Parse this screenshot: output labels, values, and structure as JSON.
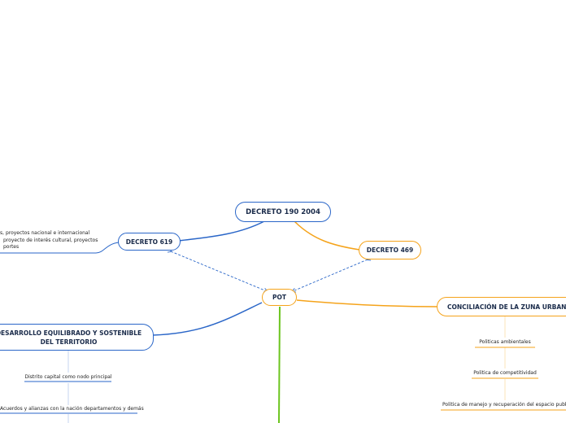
{
  "nodes": {
    "decreto_190": "DECRETO 190 2004",
    "decreto_619": "DECRETO 619",
    "decreto_469": "DECRETO 469",
    "pot": "POT",
    "conciliacion": "CONCILIACIÓN DE LA ZUNA URBANA",
    "desarrollo_line1": "DESARROLLO EQUILIBRADO Y SOSTENIBLE",
    "desarrollo_line2": "DEL TERRITORIO"
  },
  "decreto_619_notes": [
    "s, proyectos nacional e internacional",
    "proyecto de interés cultural, proyectos",
    "portes"
  ],
  "desarrollo_items": [
    "Distrito capital como nodo principal",
    "Acuerdos y alianzas con la nación departamentos y demás"
  ],
  "conciliacion_items": [
    "Politicas ambientales",
    "Politica de competitividad",
    "Politica de manejo y recuperación del espacio publico"
  ],
  "colors": {
    "blue": "#2a66c8",
    "orange": "#f5a31a",
    "green": "#6cc51f"
  }
}
